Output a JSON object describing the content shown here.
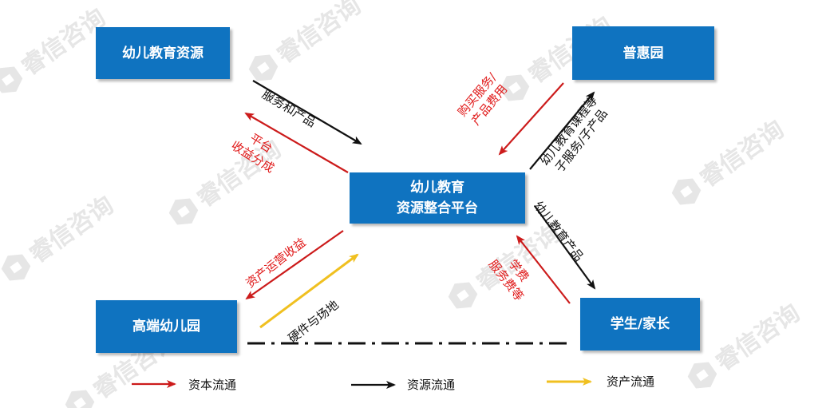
{
  "boxes": {
    "resources": "幼儿教育资源",
    "puhui": "普惠园",
    "platform_line1": "幼儿教育",
    "platform_line2": "资源整合平台",
    "highend": "高端幼儿园",
    "students": "学生/家长"
  },
  "flows": {
    "services_products": "服务和产品",
    "revenue_share_line1": "平台",
    "revenue_share_line2": "收益分成",
    "purchase_line1": "购买服务/",
    "purchase_line2": "产品费用",
    "courses_line1": "幼儿教育课程等",
    "courses_line2": "子服务/子产品",
    "child_products": "幼儿教育产品",
    "tuition_line1": "学费",
    "tuition_line2": "服务费等",
    "asset_income": "资产运营收益",
    "hardware_venue": "硬件与场地"
  },
  "legend": {
    "capital": "资本流通",
    "resource": "资源流通",
    "asset": "资产流通"
  },
  "watermark": "睿信咨询",
  "colors": {
    "box": "#0f73c0",
    "capital": "#cc1b1b",
    "resource": "#111111",
    "asset": "#f0c020",
    "watermark": "#e6e6e6"
  }
}
